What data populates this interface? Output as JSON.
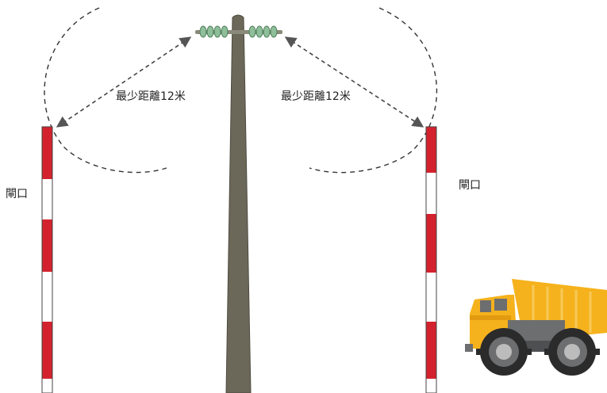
{
  "labels": {
    "gate_left": "閘口",
    "gate_right": "閘口",
    "distance_left": "最少距離12米",
    "distance_right": "最少距離12米"
  },
  "colors": {
    "pole": "#6b6759",
    "pole_edge": "#4e4b40",
    "gate_red": "#d3222d",
    "gate_white": "#ffffff",
    "dashed_line": "#333333",
    "insulator_green": "#8fbf9a",
    "truck_yellow": "#f5b21c",
    "truck_grey": "#6d6e70",
    "tire_dark": "#2b2b2b"
  },
  "icons": {
    "overhead_line": "insulator-string-icon",
    "vehicle": "dump-truck-icon"
  }
}
